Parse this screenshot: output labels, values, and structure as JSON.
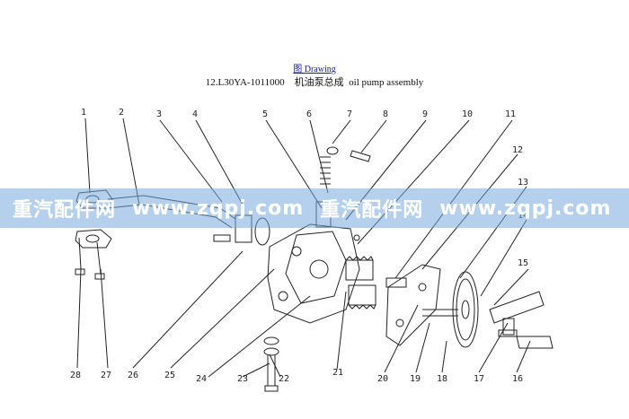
{
  "header": {
    "link": "图 Drawing",
    "title": "12.L30YA-1011000    机油泵总成  oil pump assembly"
  },
  "watermark": {
    "segments": [
      "重汽配件网",
      "www.zqpj.com",
      "重汽配件网",
      "www.zqpj.com"
    ]
  },
  "callouts": {
    "top": [
      "1",
      "2",
      "3",
      "4",
      "5",
      "6",
      "7",
      "8",
      "9",
      "10",
      "11"
    ],
    "right": [
      "12",
      "13",
      "14",
      "15"
    ],
    "bottom": [
      "28",
      "27",
      "26",
      "25",
      "24",
      "23",
      "22",
      "21",
      "20",
      "19",
      "18",
      "17",
      "16"
    ]
  },
  "colors": {
    "line": "#222222",
    "watermark_band": "#78aadc"
  }
}
